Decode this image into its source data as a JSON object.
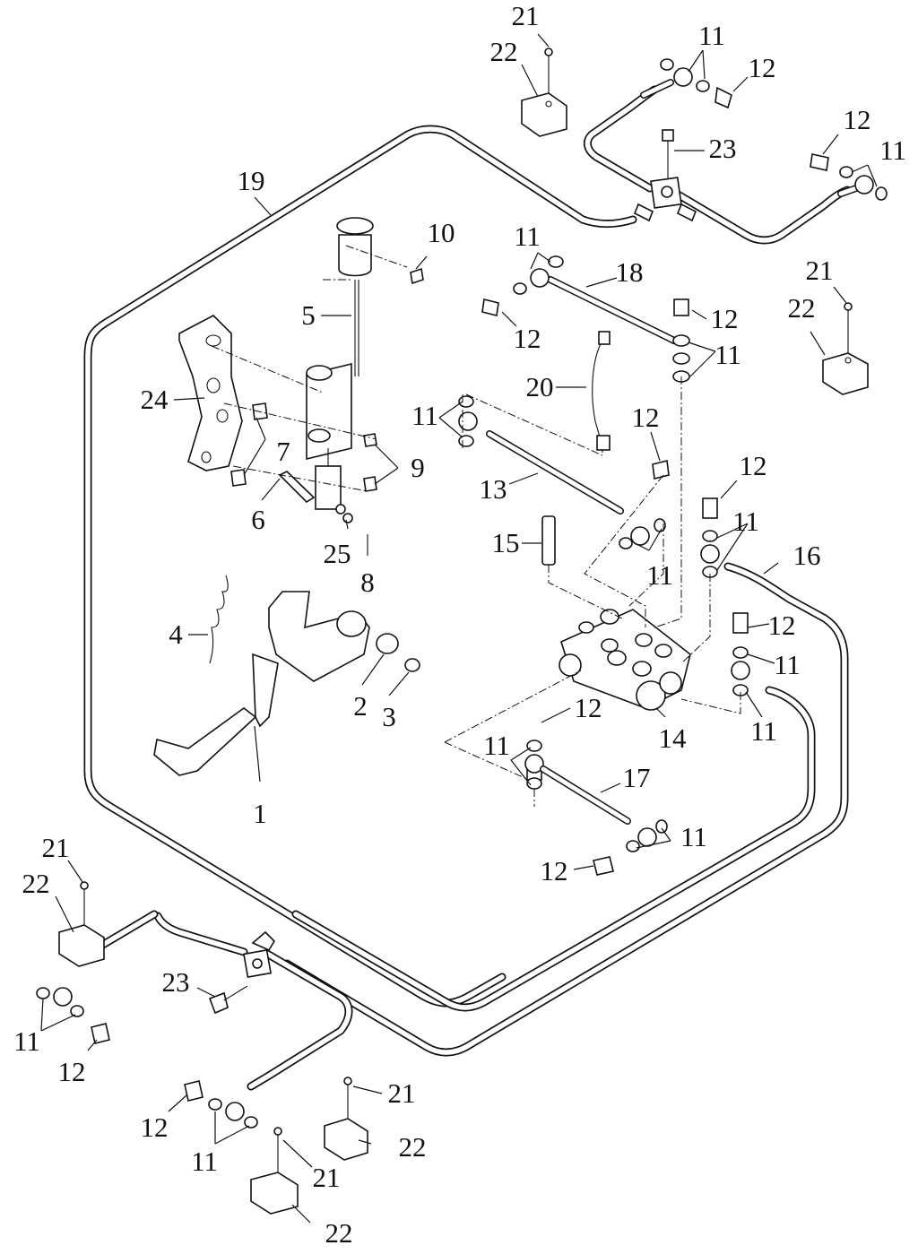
{
  "callouts": [
    {
      "id": "c-21a",
      "label": "21"
    },
    {
      "id": "c-22a",
      "label": "22"
    },
    {
      "id": "c-11a",
      "label": "11"
    },
    {
      "id": "c-12a",
      "label": "12"
    },
    {
      "id": "c-12b",
      "label": "12"
    },
    {
      "id": "c-11b",
      "label": "11"
    },
    {
      "id": "c-23a",
      "label": "23"
    },
    {
      "id": "c-19",
      "label": "19"
    },
    {
      "id": "c-10",
      "label": "10"
    },
    {
      "id": "c-11c",
      "label": "11"
    },
    {
      "id": "c-18",
      "label": "18"
    },
    {
      "id": "c-5",
      "label": "5"
    },
    {
      "id": "c-12c",
      "label": "12"
    },
    {
      "id": "c-12d",
      "label": "12"
    },
    {
      "id": "c-21b",
      "label": "21"
    },
    {
      "id": "c-22b",
      "label": "22"
    },
    {
      "id": "c-11d",
      "label": "11"
    },
    {
      "id": "c-20",
      "label": "20"
    },
    {
      "id": "c-24",
      "label": "24"
    },
    {
      "id": "c-11e",
      "label": "11"
    },
    {
      "id": "c-12e",
      "label": "12"
    },
    {
      "id": "c-7",
      "label": "7"
    },
    {
      "id": "c-9",
      "label": "9"
    },
    {
      "id": "c-13",
      "label": "13"
    },
    {
      "id": "c-12f",
      "label": "12"
    },
    {
      "id": "c-6",
      "label": "6"
    },
    {
      "id": "c-11f",
      "label": "11"
    },
    {
      "id": "c-25",
      "label": "25"
    },
    {
      "id": "c-15",
      "label": "15"
    },
    {
      "id": "c-16",
      "label": "16"
    },
    {
      "id": "c-8",
      "label": "8"
    },
    {
      "id": "c-11g",
      "label": "11"
    },
    {
      "id": "c-4",
      "label": "4"
    },
    {
      "id": "c-12g",
      "label": "12"
    },
    {
      "id": "c-11h",
      "label": "11"
    },
    {
      "id": "c-2",
      "label": "2"
    },
    {
      "id": "c-3",
      "label": "3"
    },
    {
      "id": "c-12h",
      "label": "12"
    },
    {
      "id": "c-14",
      "label": "14"
    },
    {
      "id": "c-11i",
      "label": "11"
    },
    {
      "id": "c-11j",
      "label": "11"
    },
    {
      "id": "c-17",
      "label": "17"
    },
    {
      "id": "c-1",
      "label": "1"
    },
    {
      "id": "c-11k",
      "label": "11"
    },
    {
      "id": "c-12i",
      "label": "12"
    },
    {
      "id": "c-21c",
      "label": "21"
    },
    {
      "id": "c-22c",
      "label": "22"
    },
    {
      "id": "c-23b",
      "label": "23"
    },
    {
      "id": "c-11l",
      "label": "11"
    },
    {
      "id": "c-12j",
      "label": "12"
    },
    {
      "id": "c-21d",
      "label": "21"
    },
    {
      "id": "c-12k",
      "label": "12"
    },
    {
      "id": "c-22d",
      "label": "22"
    },
    {
      "id": "c-11m",
      "label": "11"
    },
    {
      "id": "c-21e",
      "label": "21"
    },
    {
      "id": "c-22e",
      "label": "22"
    }
  ]
}
